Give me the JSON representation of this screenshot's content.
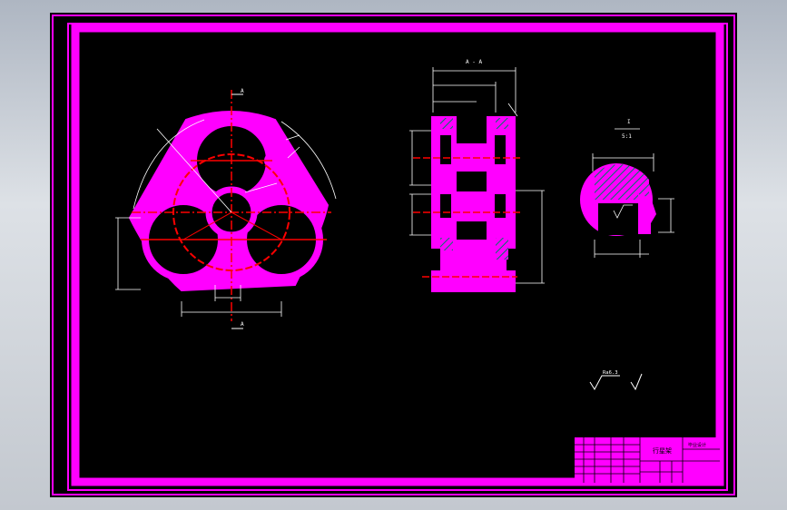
{
  "colors": {
    "background": "#000000",
    "frame": "#ff00ff",
    "outline": "#ffffff",
    "centerline": "#ff0000",
    "hatch": "#00aa88",
    "desktop": "#c9ced6"
  },
  "views": {
    "front": {
      "section_label": "A",
      "bottom_label": "A"
    },
    "section": {
      "title": "A - A"
    },
    "detail": {
      "title": "I",
      "scale": "5:1"
    }
  },
  "roughness": {
    "value": "Ra6.3"
  },
  "title_block": {
    "name": "行星架",
    "label_right": "毕业设计"
  }
}
